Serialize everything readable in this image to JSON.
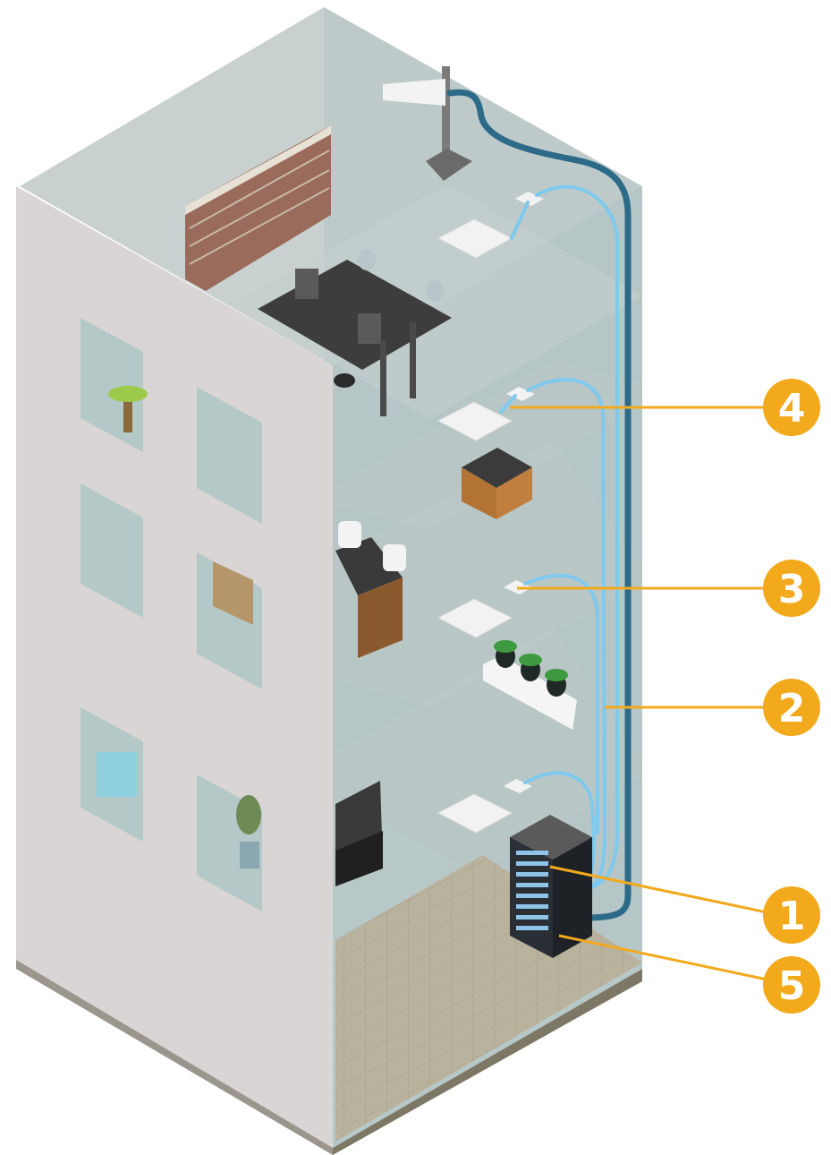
{
  "colors": {
    "callout": "#f2a91c",
    "fiber_dark": "#2c6a87",
    "fiber_light": "#7fc9ee",
    "wall": "#d9d5d5",
    "glass": "#9fb6b6",
    "floor_tile": "#b9b29d"
  },
  "callouts": [
    {
      "id": "callout-4",
      "label": "4"
    },
    {
      "id": "callout-3",
      "label": "3"
    },
    {
      "id": "callout-2",
      "label": "2"
    },
    {
      "id": "callout-1",
      "label": "1"
    },
    {
      "id": "callout-5",
      "label": "5"
    }
  ],
  "icons": [
    "antenna-icon",
    "access-point-icon",
    "remote-unit-icon",
    "server-rack-icon",
    "bookshelf-icon",
    "desk-icon",
    "office-chair-icon",
    "plant-icon",
    "sofa-icon",
    "fireplace-icon"
  ]
}
